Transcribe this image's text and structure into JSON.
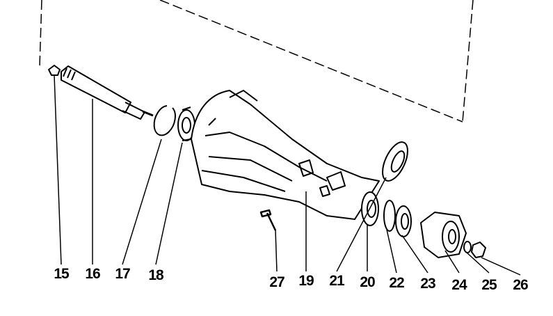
{
  "diagram": {
    "part_labels": [
      "15",
      "16",
      "17",
      "18",
      "27",
      "19",
      "21",
      "20",
      "22",
      "23",
      "24",
      "25",
      "26"
    ]
  }
}
